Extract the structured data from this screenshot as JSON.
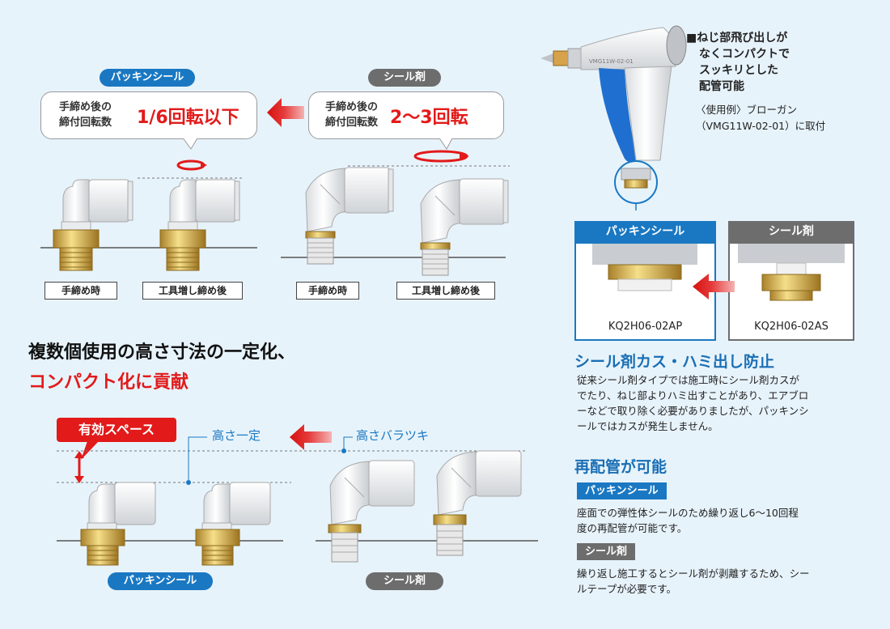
{
  "top_left": {
    "pill_packing": "パッキンシール",
    "pill_sealant": "シール剤",
    "bubble_left": {
      "label_line1": "手締め後の",
      "label_line2": "締付回転数",
      "value": "1/6回転以下"
    },
    "bubble_right": {
      "label_line1": "手締め後の",
      "label_line2": "締付回転数",
      "value": "2～3回転"
    },
    "captions": [
      "手締め時",
      "工具増し締め後",
      "手締め時",
      "工具増し締め後"
    ]
  },
  "middle_heading": {
    "line1": "複数個使用の高さ寸法の一定化、",
    "line2": "コンパクト化に貢献"
  },
  "bottom_left": {
    "effective_space": "有効スペース",
    "height_constant": "高さ一定",
    "height_varies": "高さバラツキ",
    "pill_packing": "パッキンシール",
    "pill_sealant": "シール剤"
  },
  "right": {
    "note_line1": "■ねじ部飛び出しが",
    "note_line2": "なくコンパクトで",
    "note_line3": "スッキリとした",
    "note_line4": "配管可能",
    "example_line1": "〈使用例〉ブローガン",
    "example_line2": "（VMG11W-02-01）に取付",
    "gun_text": "VMG11W-02-01",
    "box_packing_label": "パッキンシール",
    "box_sealant_label": "シール剤",
    "model_packing": "KQ2H06-02AP",
    "model_sealant": "KQ2H06-02AS",
    "heading1": "シール剤カス・ハミ出し防止",
    "para1_l1": "従来シール剤タイプでは施工時にシール剤カスが",
    "para1_l2": "でたり、ねじ部よりハミ出すことがあり、エアブロ",
    "para1_l3": "ーなどで取り除く必要がありましたが、パッキンシ",
    "para1_l4": "ールではカスが発生しません。",
    "heading2": "再配管が可能",
    "tag_packing": "パッキンシール",
    "para2_l1": "座面での弾性体シールのため繰り返し6～10回程",
    "para2_l2": "度の再配管が可能です。",
    "tag_sealant": "シール剤",
    "para3_l1": "繰り返し施工するとシール剤が剥離するため、シー",
    "para3_l2": "ルテープが必要です。"
  },
  "colors": {
    "accent_blue": "#1a78c2",
    "accent_red": "#e21a1a",
    "gray": "#6d6d6d",
    "background": "#e7f3fb"
  }
}
